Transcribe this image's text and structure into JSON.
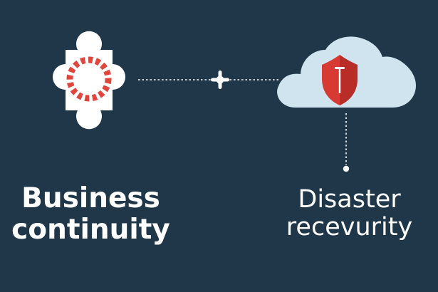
{
  "labels": {
    "business_continuity": {
      "line1": "Business",
      "line2": "continuity"
    },
    "disaster_recovery": {
      "line1": "Disaster",
      "line2": "recevurity"
    }
  },
  "icons": {
    "left_node": "puzzle-gear-icon",
    "right_node": "cloud-shield-icon",
    "connector_node": "plus-node-icon",
    "endpoint": "endpoint-dot-icon"
  },
  "colors": {
    "background": "#1f3748",
    "cloud_fill": "#cfe4ef",
    "shield_red": "#d63a33",
    "shield_dark_red": "#b92d28",
    "gear_red": "#e0463d",
    "white": "#ffffff"
  }
}
